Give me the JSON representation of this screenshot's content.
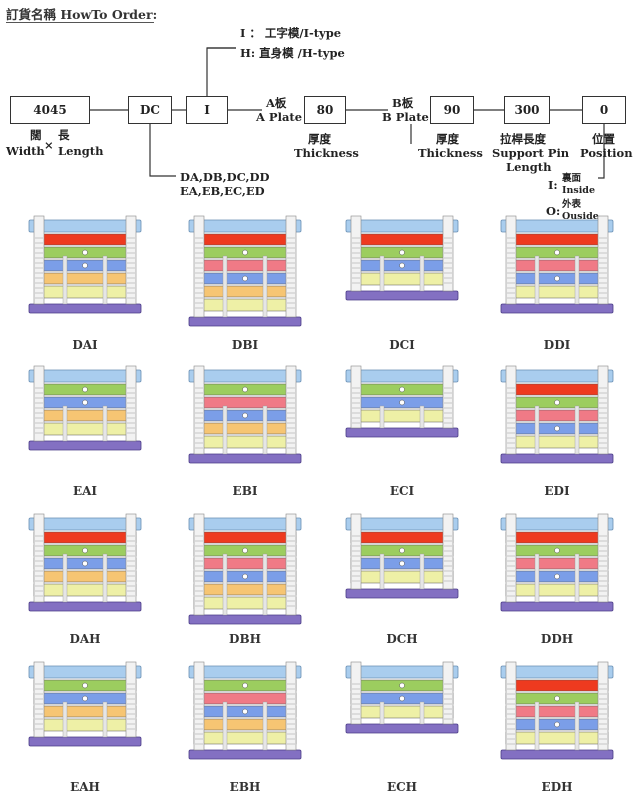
{
  "header": {
    "title": "訂貨名稱 HowTo Order:"
  },
  "order": {
    "type_i": "I ： 工字模/I-type",
    "type_h": "H:  直身模 /H-type",
    "size_value": "4045",
    "size_label_cn": "闊 × 長",
    "size_width": "Width",
    "size_times": "×",
    "size_length": "Length",
    "size_cn_w": "闊",
    "size_cn_l": "長",
    "series_value": "DC",
    "series_options_1": "DA,DB,DC,DD",
    "series_options_2": "EA,EB,EC,ED",
    "type_value": "I",
    "a_plate_cn": "A板",
    "a_plate_en": "A Plate",
    "a_value": "80",
    "a_thick_cn": "厚度",
    "a_thick_en": "Thickness",
    "b_plate_cn": "B板",
    "b_plate_en": "B Plate",
    "b_value": "90",
    "b_thick_cn": "厚度",
    "b_thick_en": "Thickness",
    "pin_value": "300",
    "pin_cn": "拉桿長度",
    "pin_en1": "Support Pin",
    "pin_en2": "Length",
    "pos_value": "0",
    "pos_cn": "位置",
    "pos_en": "Position",
    "inside_code": "I:",
    "inside_cn": "裏面",
    "inside_en": "Inside",
    "outside_code": "O:",
    "outside_cn": "外表",
    "outside_en": "Ouside"
  },
  "molds": [
    {
      "label": "DAI"
    },
    {
      "label": "DBI"
    },
    {
      "label": "DCI"
    },
    {
      "label": "DDI"
    },
    {
      "label": "EAI"
    },
    {
      "label": "EBI"
    },
    {
      "label": "ECI"
    },
    {
      "label": "EDI"
    },
    {
      "label": "DAH"
    },
    {
      "label": "DBH"
    },
    {
      "label": "DCH"
    },
    {
      "label": "DDH"
    },
    {
      "label": "EAH"
    },
    {
      "label": "EBH"
    },
    {
      "label": "ECH"
    },
    {
      "label": "EDH"
    }
  ],
  "colors": {
    "top_plate": "#a9cdee",
    "red_plate": "#ee3a1f",
    "green_plate": "#9ccd5f",
    "pink_plate": "#f07a86",
    "blue_plate": "#7b9ee8",
    "orange_plate": "#f6c573",
    "yellow_plate": "#eef0a6",
    "purple_plate": "#8370c2",
    "pillar": "#f2f2f2"
  }
}
